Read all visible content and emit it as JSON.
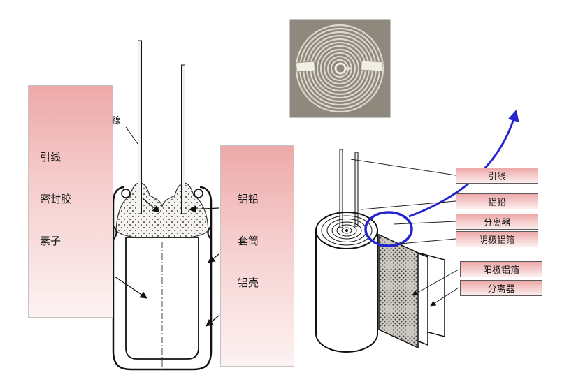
{
  "left_panel": {
    "items": [
      "引线",
      "密封胶",
      "素子"
    ]
  },
  "wire_label": "線",
  "mid_panel": {
    "items": [
      "铝铅",
      "套筒",
      "铝壳"
    ]
  },
  "right_panel": {
    "items": [
      "引线",
      "铝铅",
      "分离器",
      "阴极铝箔",
      "阳极铝箔",
      "分离器"
    ]
  },
  "colors": {
    "label_pink_top": "#eda9a9",
    "label_pink_bottom": "#fdf2f2",
    "blue_accent": "#2525cd",
    "photo_background": "#8f897d",
    "line_black": "#111111"
  }
}
